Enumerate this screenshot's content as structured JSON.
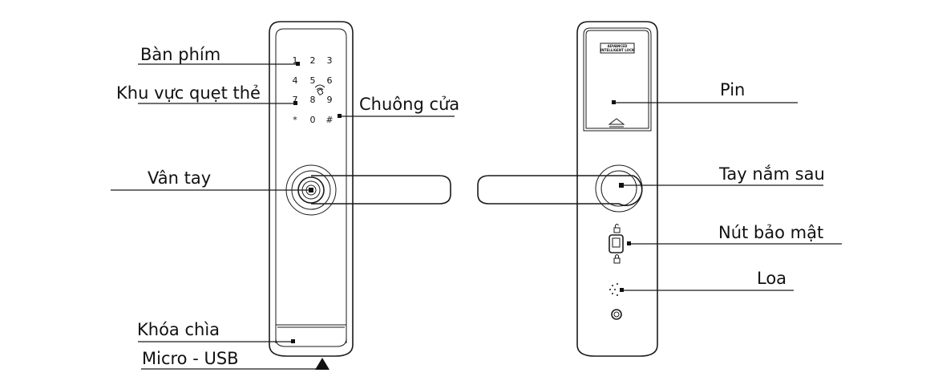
{
  "keypad": {
    "keys": [
      "1",
      "2",
      "3",
      "4",
      "5",
      "6",
      "7",
      "8",
      "9",
      "*",
      "0",
      "#"
    ]
  },
  "brand_plate": {
    "line1": "ADVANCED",
    "line2": "INTELLIGENT LOCK"
  },
  "labels": {
    "keypad": "Bàn phím",
    "card_area": "Khu vực quẹt thẻ",
    "doorbell": "Chuông cửa",
    "fingerprint": "Vân tay",
    "key_lock": "Khóa chìa",
    "micro_usb": "Micro - USB",
    "battery": "Pin",
    "rear_handle": "Tay nắm sau",
    "privacy_button": "Nút bảo mật",
    "speaker": "Loa"
  }
}
